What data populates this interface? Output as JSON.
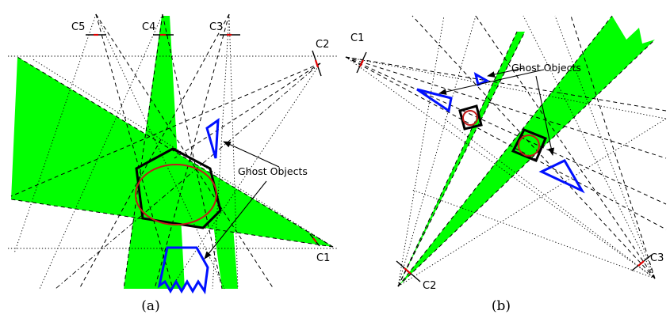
{
  "figure": {
    "panel_a": {
      "caption": "(a)",
      "cameras": [
        "C5",
        "C4",
        "C3",
        "C2",
        "C1"
      ],
      "ghost_label": "Ghost Objects"
    },
    "panel_b": {
      "caption": "(b)",
      "cameras": [
        "C1",
        "C2",
        "C3"
      ],
      "ghost_label": "Ghost Objects"
    },
    "colors": {
      "cone_fill": "#00ff00",
      "ghost_outline": "#0010ff",
      "object_outline": "#c11a1a",
      "polygon_outline": "#000000"
    }
  }
}
